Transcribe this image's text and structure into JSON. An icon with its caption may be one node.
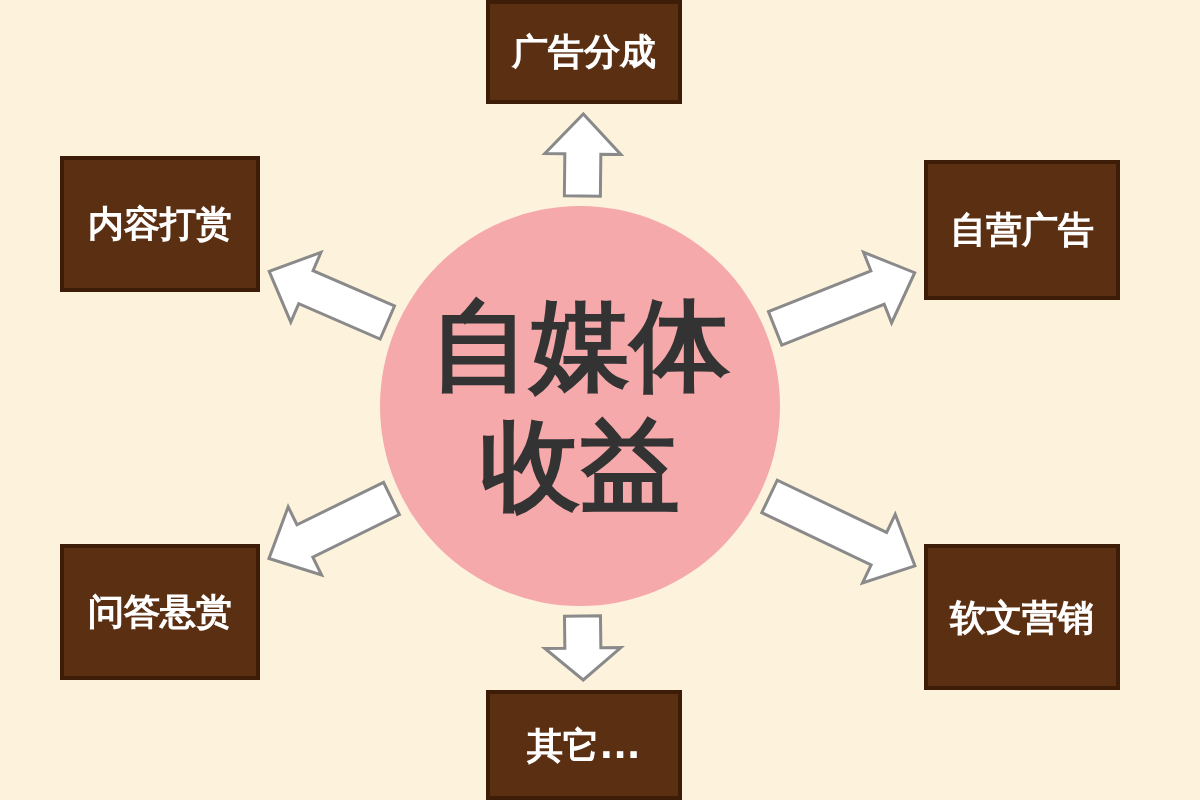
{
  "diagram": {
    "nodes": [
      {
        "text": [
          "广告分成"
        ]
      },
      {
        "text": [
          "内容打赏"
        ]
      },
      {
        "text": [
          "自媒体收益"
        ]
      },
      {
        "text": [
          "自营广告"
        ]
      },
      {
        "text": [
          "问答悬赏"
        ]
      },
      {
        "text": [
          "软文营销"
        ]
      },
      {
        "text": [
          "其它..."
        ]
      }
    ],
    "edges": [
      {
        "from": 2,
        "to": 0,
        "arrow": "to"
      },
      {
        "from": 2,
        "to": 1,
        "arrow": "to"
      },
      {
        "from": 2,
        "to": 3,
        "arrow": "to"
      },
      {
        "from": 2,
        "to": 4,
        "arrow": "to"
      },
      {
        "from": 2,
        "to": 5,
        "arrow": "to"
      },
      {
        "from": 2,
        "to": 6,
        "arrow": "to"
      }
    ]
  }
}
